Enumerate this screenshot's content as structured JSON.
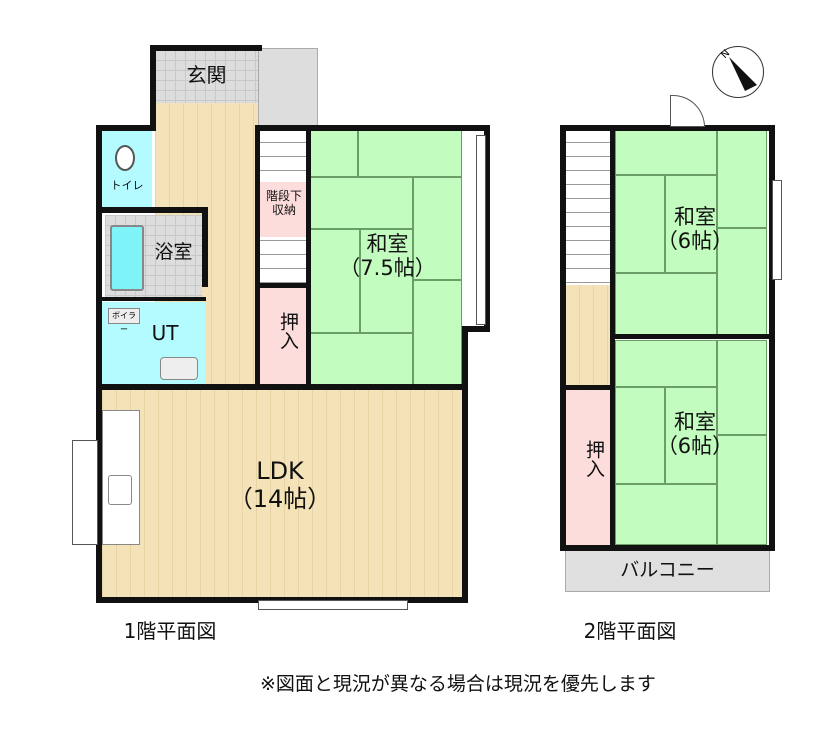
{
  "floor1": {
    "title": "1階平面図",
    "rooms": {
      "genkan": "玄関",
      "toilet": "トイレ",
      "bath": "浴室",
      "ut": "UT",
      "boiler": "ボイラー",
      "stair_storage": "階段下\n収納",
      "closet": "押入",
      "washitsu": "和室\n（7.5帖）",
      "ldk": "LDK\n（14帖）"
    }
  },
  "floor2": {
    "title": "2階平面図",
    "rooms": {
      "washitsu_a": "和室\n（6帖）",
      "washitsu_b": "和室\n（6帖）",
      "closet": "押入",
      "balcony": "バルコニー"
    }
  },
  "compass": {
    "label": "N"
  },
  "note": "※図面と現況が異なる場合は現況を優先します",
  "colors": {
    "tatami": "#c3fcbf",
    "wet": "#b4fbff",
    "closet": "#fddcdc",
    "wood": "#f4e2b8"
  }
}
